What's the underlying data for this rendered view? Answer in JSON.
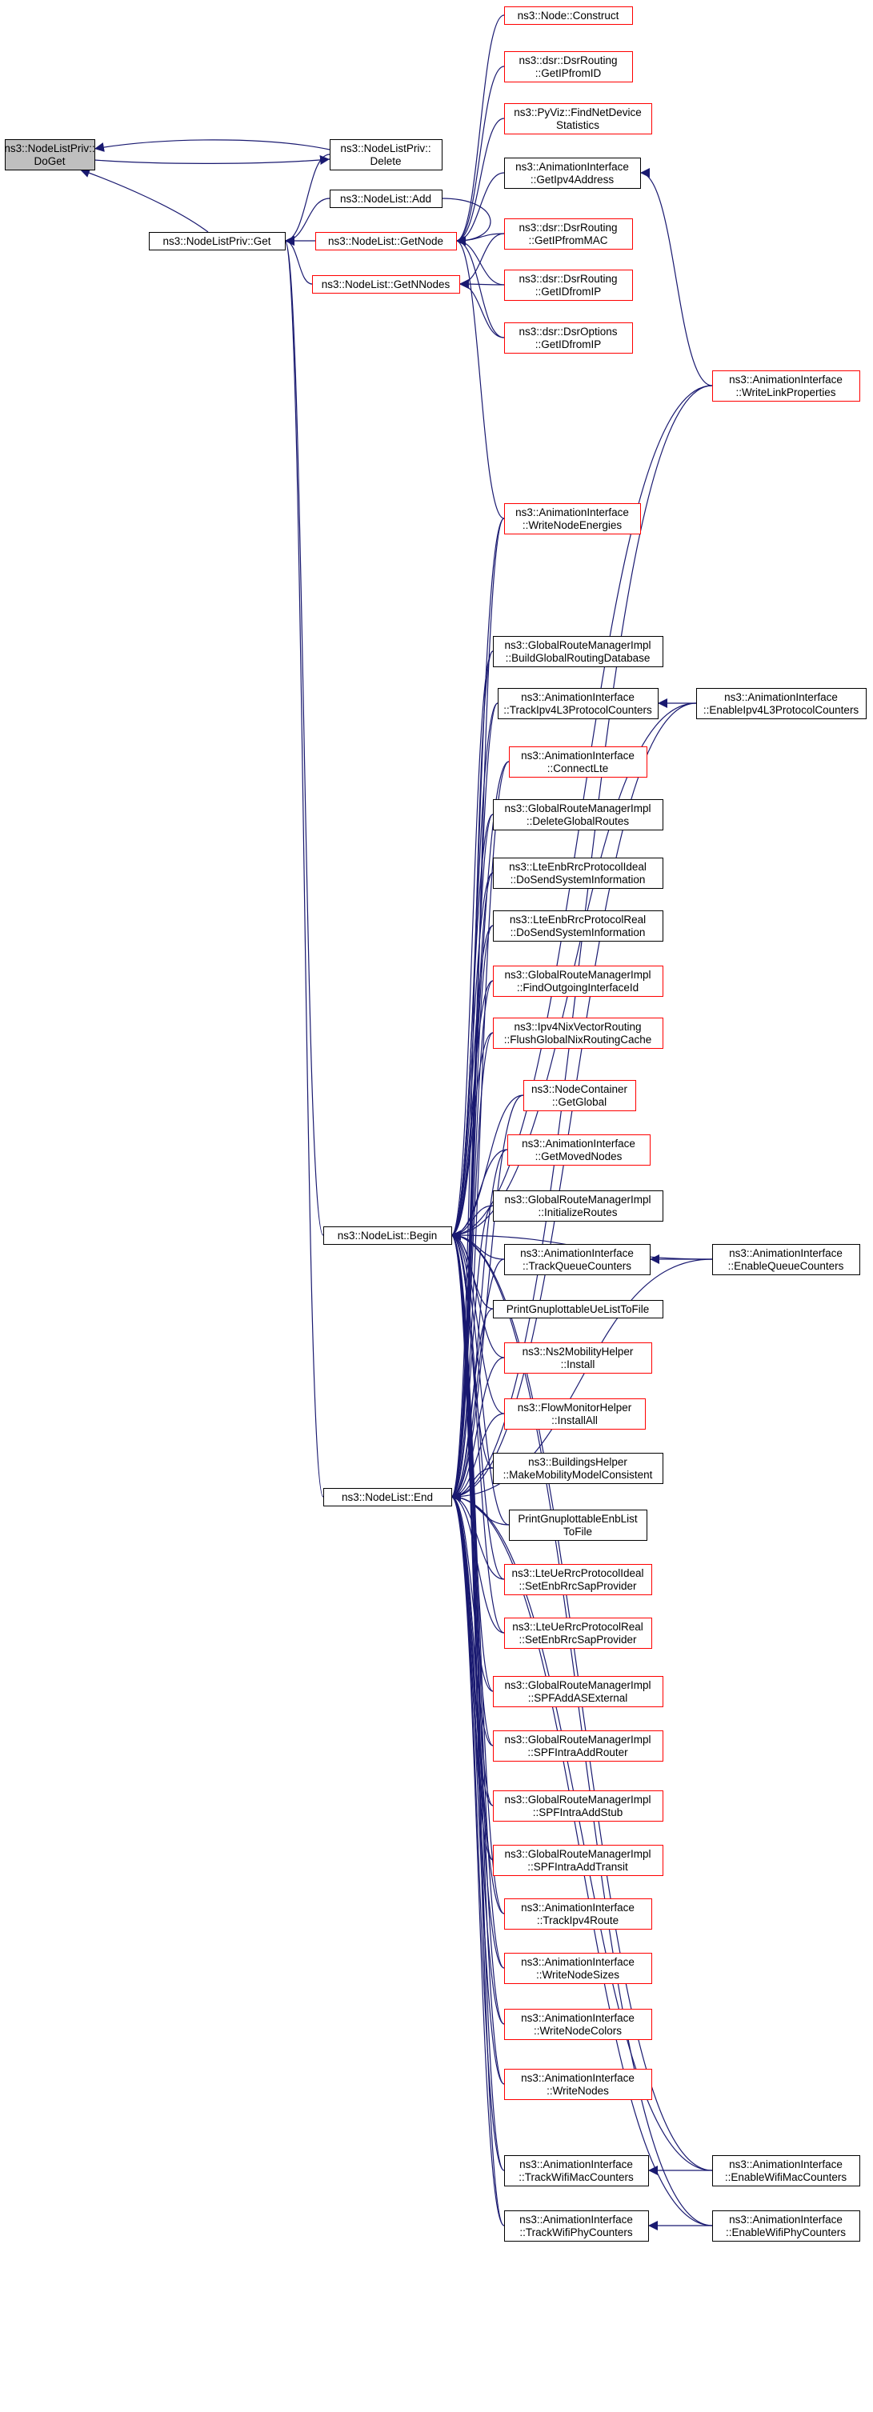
{
  "diagram": {
    "title": "",
    "colors": {
      "edge": "#191970",
      "border_black": "#000000",
      "border_red": "#ff0000",
      "focus_fill": "#bfbfbf",
      "fill": "#ffffff"
    },
    "nodes": [
      {
        "id": "doget",
        "lines": [
          "ns3::NodeListPriv::",
          "DoGet"
        ],
        "border": "black",
        "focus": true
      },
      {
        "id": "priv_delete",
        "lines": [
          "ns3::NodeListPriv::",
          "Delete"
        ],
        "border": "black"
      },
      {
        "id": "priv_get",
        "lines": [
          "ns3::NodeListPriv::Get"
        ],
        "border": "black"
      },
      {
        "id": "add",
        "lines": [
          "ns3::NodeList::Add"
        ],
        "border": "black"
      },
      {
        "id": "getnode",
        "lines": [
          "ns3::NodeList::GetNode"
        ],
        "border": "red"
      },
      {
        "id": "getnnodes",
        "lines": [
          "ns3::NodeList::GetNNodes"
        ],
        "border": "red"
      },
      {
        "id": "begin",
        "lines": [
          "ns3::NodeList::Begin"
        ],
        "border": "black"
      },
      {
        "id": "end",
        "lines": [
          "ns3::NodeList::End"
        ],
        "border": "black"
      },
      {
        "id": "node_construct",
        "lines": [
          "ns3::Node::Construct"
        ],
        "border": "red"
      },
      {
        "id": "dsr_getipfromid",
        "lines": [
          "ns3::dsr::DsrRouting",
          "::GetIPfromID"
        ],
        "border": "red"
      },
      {
        "id": "pyviz",
        "lines": [
          "ns3::PyViz::FindNetDevice",
          "Statistics"
        ],
        "border": "red"
      },
      {
        "id": "getipv4address",
        "lines": [
          "ns3::AnimationInterface",
          "::GetIpv4Address"
        ],
        "border": "black"
      },
      {
        "id": "dsr_getipfrommac",
        "lines": [
          "ns3::dsr::DsrRouting",
          "::GetIPfromMAC"
        ],
        "border": "red"
      },
      {
        "id": "dsr_getidfromip",
        "lines": [
          "ns3::dsr::DsrRouting",
          "::GetIDfromIP"
        ],
        "border": "red"
      },
      {
        "id": "dsropt_getidfromip",
        "lines": [
          "ns3::dsr::DsrOptions",
          "::GetIDfromIP"
        ],
        "border": "red"
      },
      {
        "id": "writelinkproperties",
        "lines": [
          "ns3::AnimationInterface",
          "::WriteLinkProperties"
        ],
        "border": "red"
      },
      {
        "id": "writenodeenergies",
        "lines": [
          "ns3::AnimationInterface",
          "::WriteNodeEnergies"
        ],
        "border": "red"
      },
      {
        "id": "buildglobal",
        "lines": [
          "ns3::GlobalRouteManagerImpl",
          "::BuildGlobalRoutingDatabase"
        ],
        "border": "black"
      },
      {
        "id": "trackipv4l3",
        "lines": [
          "ns3::AnimationInterface",
          "::TrackIpv4L3ProtocolCounters"
        ],
        "border": "black"
      },
      {
        "id": "enableipv4l3",
        "lines": [
          "ns3::AnimationInterface",
          "::EnableIpv4L3ProtocolCounters"
        ],
        "border": "black"
      },
      {
        "id": "connectlte",
        "lines": [
          "ns3::AnimationInterface",
          "::ConnectLte"
        ],
        "border": "red"
      },
      {
        "id": "deleteglobal",
        "lines": [
          "ns3::GlobalRouteManagerImpl",
          "::DeleteGlobalRoutes"
        ],
        "border": "black"
      },
      {
        "id": "enbideal",
        "lines": [
          "ns3::LteEnbRrcProtocolIdeal",
          "::DoSendSystemInformation"
        ],
        "border": "black"
      },
      {
        "id": "enbreal",
        "lines": [
          "ns3::LteEnbRrcProtocolReal",
          "::DoSendSystemInformation"
        ],
        "border": "black"
      },
      {
        "id": "findoutgoing",
        "lines": [
          "ns3::GlobalRouteManagerImpl",
          "::FindOutgoingInterfaceId"
        ],
        "border": "red"
      },
      {
        "id": "flushnix",
        "lines": [
          "ns3::Ipv4NixVectorRouting",
          "::FlushGlobalNixRoutingCache"
        ],
        "border": "red"
      },
      {
        "id": "nc_getglobal",
        "lines": [
          "ns3::NodeContainer",
          "::GetGlobal"
        ],
        "border": "red"
      },
      {
        "id": "getmovednodes",
        "lines": [
          "ns3::AnimationInterface",
          "::GetMovedNodes"
        ],
        "border": "red"
      },
      {
        "id": "initroutes",
        "lines": [
          "ns3::GlobalRouteManagerImpl",
          "::InitializeRoutes"
        ],
        "border": "black"
      },
      {
        "id": "trackqueue",
        "lines": [
          "ns3::AnimationInterface",
          "::TrackQueueCounters"
        ],
        "border": "black"
      },
      {
        "id": "enablequeue",
        "lines": [
          "ns3::AnimationInterface",
          "::EnableQueueCounters"
        ],
        "border": "black"
      },
      {
        "id": "printue",
        "lines": [
          "PrintGnuplottableUeListToFile"
        ],
        "border": "black"
      },
      {
        "id": "ns2install",
        "lines": [
          "ns3::Ns2MobilityHelper",
          "::Install"
        ],
        "border": "red"
      },
      {
        "id": "flowinstall",
        "lines": [
          "ns3::FlowMonitorHelper",
          "::InstallAll"
        ],
        "border": "red"
      },
      {
        "id": "buildings",
        "lines": [
          "ns3::BuildingsHelper",
          "::MakeMobilityModelConsistent"
        ],
        "border": "black"
      },
      {
        "id": "printenb",
        "lines": [
          "PrintGnuplottableEnbList",
          "ToFile"
        ],
        "border": "black"
      },
      {
        "id": "ueideal",
        "lines": [
          "ns3::LteUeRrcProtocolIdeal",
          "::SetEnbRrcSapProvider"
        ],
        "border": "red"
      },
      {
        "id": "uereal",
        "lines": [
          "ns3::LteUeRrcProtocolReal",
          "::SetEnbRrcSapProvider"
        ],
        "border": "red"
      },
      {
        "id": "spfaddas",
        "lines": [
          "ns3::GlobalRouteManagerImpl",
          "::SPFAddASExternal"
        ],
        "border": "red"
      },
      {
        "id": "spfrouter",
        "lines": [
          "ns3::GlobalRouteManagerImpl",
          "::SPFIntraAddRouter"
        ],
        "border": "red"
      },
      {
        "id": "spfstub",
        "lines": [
          "ns3::GlobalRouteManagerImpl",
          "::SPFIntraAddStub"
        ],
        "border": "red"
      },
      {
        "id": "spftransit",
        "lines": [
          "ns3::GlobalRouteManagerImpl",
          "::SPFIntraAddTransit"
        ],
        "border": "red"
      },
      {
        "id": "trackipv4route",
        "lines": [
          "ns3::AnimationInterface",
          "::TrackIpv4Route"
        ],
        "border": "red"
      },
      {
        "id": "writenodesizes",
        "lines": [
          "ns3::AnimationInterface",
          "::WriteNodeSizes"
        ],
        "border": "red"
      },
      {
        "id": "writenodecolors",
        "lines": [
          "ns3::AnimationInterface",
          "::WriteNodeColors"
        ],
        "border": "red"
      },
      {
        "id": "writenodes",
        "lines": [
          "ns3::AnimationInterface",
          "::WriteNodes"
        ],
        "border": "red"
      },
      {
        "id": "trackwifimac",
        "lines": [
          "ns3::AnimationInterface",
          "::TrackWifiMacCounters"
        ],
        "border": "black"
      },
      {
        "id": "enablewifimac",
        "lines": [
          "ns3::AnimationInterface",
          "::EnableWifiMacCounters"
        ],
        "border": "black"
      },
      {
        "id": "trackwifiphy",
        "lines": [
          "ns3::AnimationInterface",
          "::TrackWifiPhyCounters"
        ],
        "border": "black"
      },
      {
        "id": "enablewifiphy",
        "lines": [
          "ns3::AnimationInterface",
          "::EnableWifiPhyCounters"
        ],
        "border": "black"
      }
    ],
    "edges": [
      [
        "doget",
        "priv_delete"
      ],
      [
        "priv_delete",
        "doget"
      ],
      [
        "doget",
        "priv_get"
      ],
      [
        "priv_get",
        "priv_delete"
      ],
      [
        "priv_get",
        "add"
      ],
      [
        "priv_get",
        "getnode"
      ],
      [
        "priv_get",
        "getnnodes"
      ],
      [
        "priv_get",
        "begin"
      ],
      [
        "priv_get",
        "end"
      ],
      [
        "getnode",
        "node_construct"
      ],
      [
        "getnode",
        "dsr_getipfromid"
      ],
      [
        "getnode",
        "pyviz"
      ],
      [
        "getnode",
        "getipv4address"
      ],
      [
        "getnode",
        "dsr_getipfrommac"
      ],
      [
        "getnode",
        "dsr_getidfromip"
      ],
      [
        "getnode",
        "dsropt_getidfromip"
      ],
      [
        "getnode",
        "writenodeenergies"
      ],
      [
        "getnode",
        "add"
      ],
      [
        "getnnodes",
        "dsr_getipfrommac"
      ],
      [
        "getnnodes",
        "dsr_getidfromip"
      ],
      [
        "getnnodes",
        "dsropt_getidfromip"
      ],
      [
        "getipv4address",
        "writelinkproperties"
      ],
      [
        "trackipv4l3",
        "enableipv4l3"
      ],
      [
        "trackqueue",
        "enablequeue"
      ],
      [
        "trackwifimac",
        "enablewifimac"
      ],
      [
        "trackwifiphy",
        "enablewifiphy"
      ],
      [
        "begin",
        "writelinkproperties"
      ],
      [
        "begin",
        "writenodeenergies"
      ],
      [
        "begin",
        "buildglobal"
      ],
      [
        "begin",
        "trackipv4l3"
      ],
      [
        "begin",
        "enableipv4l3"
      ],
      [
        "begin",
        "connectlte"
      ],
      [
        "begin",
        "deleteglobal"
      ],
      [
        "begin",
        "enbideal"
      ],
      [
        "begin",
        "enbreal"
      ],
      [
        "begin",
        "findoutgoing"
      ],
      [
        "begin",
        "flushnix"
      ],
      [
        "begin",
        "nc_getglobal"
      ],
      [
        "begin",
        "getmovednodes"
      ],
      [
        "begin",
        "initroutes"
      ],
      [
        "begin",
        "trackqueue"
      ],
      [
        "begin",
        "enablequeue"
      ],
      [
        "begin",
        "printue"
      ],
      [
        "begin",
        "ns2install"
      ],
      [
        "begin",
        "flowinstall"
      ],
      [
        "begin",
        "buildings"
      ],
      [
        "begin",
        "printenb"
      ],
      [
        "begin",
        "ueideal"
      ],
      [
        "begin",
        "uereal"
      ],
      [
        "begin",
        "spfaddas"
      ],
      [
        "begin",
        "spfrouter"
      ],
      [
        "begin",
        "spfstub"
      ],
      [
        "begin",
        "spftransit"
      ],
      [
        "begin",
        "trackipv4route"
      ],
      [
        "begin",
        "writenodesizes"
      ],
      [
        "begin",
        "writenodecolors"
      ],
      [
        "begin",
        "writenodes"
      ],
      [
        "begin",
        "trackwifimac"
      ],
      [
        "begin",
        "enablewifimac"
      ],
      [
        "begin",
        "trackwifiphy"
      ],
      [
        "begin",
        "enablewifiphy"
      ],
      [
        "end",
        "writelinkproperties"
      ],
      [
        "end",
        "writenodeenergies"
      ],
      [
        "end",
        "buildglobal"
      ],
      [
        "end",
        "trackipv4l3"
      ],
      [
        "end",
        "enableipv4l3"
      ],
      [
        "end",
        "connectlte"
      ],
      [
        "end",
        "deleteglobal"
      ],
      [
        "end",
        "enbideal"
      ],
      [
        "end",
        "enbreal"
      ],
      [
        "end",
        "findoutgoing"
      ],
      [
        "end",
        "flushnix"
      ],
      [
        "end",
        "nc_getglobal"
      ],
      [
        "end",
        "getmovednodes"
      ],
      [
        "end",
        "initroutes"
      ],
      [
        "end",
        "trackqueue"
      ],
      [
        "end",
        "enablequeue"
      ],
      [
        "end",
        "printue"
      ],
      [
        "end",
        "ns2install"
      ],
      [
        "end",
        "flowinstall"
      ],
      [
        "end",
        "buildings"
      ],
      [
        "end",
        "printenb"
      ],
      [
        "end",
        "ueideal"
      ],
      [
        "end",
        "uereal"
      ],
      [
        "end",
        "spfaddas"
      ],
      [
        "end",
        "spfrouter"
      ],
      [
        "end",
        "spfstub"
      ],
      [
        "end",
        "spftransit"
      ],
      [
        "end",
        "trackipv4route"
      ],
      [
        "end",
        "writenodesizes"
      ],
      [
        "end",
        "writenodecolors"
      ],
      [
        "end",
        "writenodes"
      ],
      [
        "end",
        "trackwifimac"
      ],
      [
        "end",
        "enablewifimac"
      ],
      [
        "end",
        "trackwifiphy"
      ],
      [
        "end",
        "enablewifiphy"
      ]
    ]
  }
}
